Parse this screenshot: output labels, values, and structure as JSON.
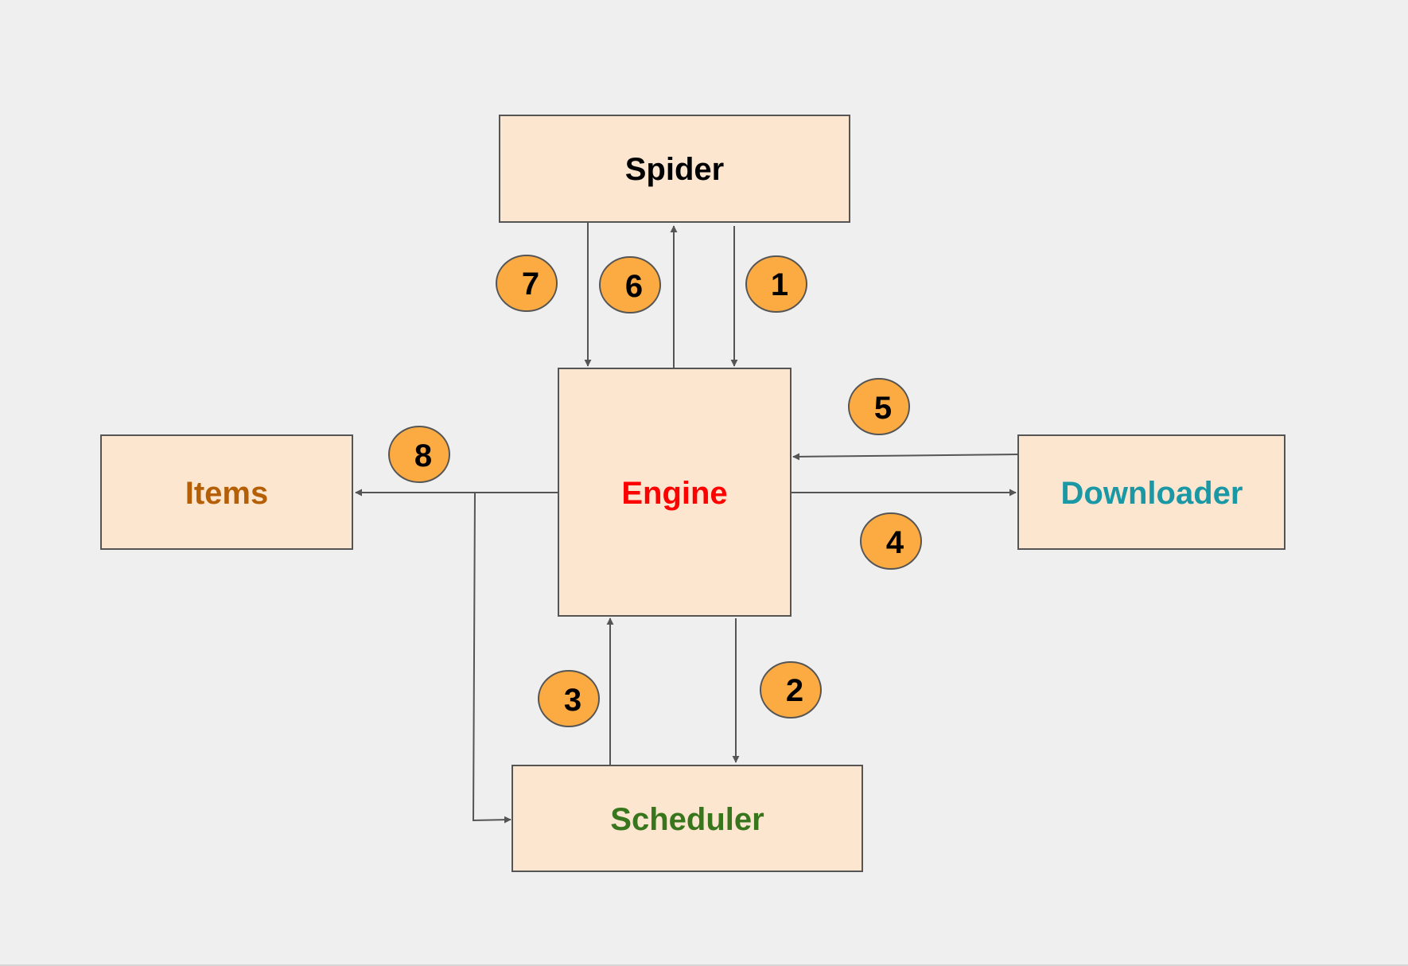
{
  "nodes": {
    "spider": {
      "label": "Spider",
      "color": "#000000"
    },
    "engine": {
      "label": "Engine",
      "color": "#ff0000"
    },
    "items": {
      "label": "Items",
      "color": "#b45f06"
    },
    "downloader": {
      "label": "Downloader",
      "color": "#1a98a6"
    },
    "scheduler": {
      "label": "Scheduler",
      "color": "#38761d"
    }
  },
  "steps": {
    "s1": "1",
    "s2": "2",
    "s3": "3",
    "s4": "4",
    "s5": "5",
    "s6": "6",
    "s7": "7",
    "s8": "8"
  },
  "colors": {
    "background": "#efefef",
    "box_fill": "#fde6cf",
    "badge_fill": "#fbab42",
    "line": "#555555"
  }
}
